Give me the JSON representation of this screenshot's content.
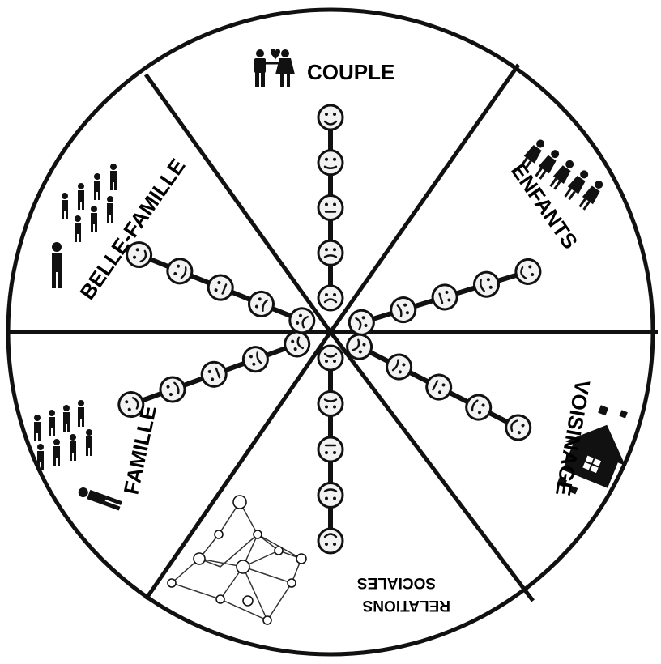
{
  "sections": {
    "couple": {
      "label": "COUPLE",
      "icon": "couple-heart-icon"
    },
    "enfants": {
      "label": "ENFANTS",
      "icon": "children-group-icon"
    },
    "voisinage": {
      "label": "VOISINAGE",
      "icon": "house-neighbourhood-icon"
    },
    "relations": {
      "label_line1": "RELATIONS",
      "label_line2": "SOCIALES",
      "icon": "social-network-icon"
    },
    "famille": {
      "label": "FAMILLE",
      "icon": "family-group-icon"
    },
    "belle_famille": {
      "label": "BELLE-FAMILLE",
      "icon": "in-laws-group-icon"
    }
  },
  "scale": {
    "levels": [
      "very-sad",
      "sad",
      "neutral",
      "happy",
      "very-happy"
    ],
    "icon": "smiley-face-icon"
  },
  "colors": {
    "ink": "#111111",
    "face_fill": "#f2f2f2",
    "background": "#ffffff"
  }
}
